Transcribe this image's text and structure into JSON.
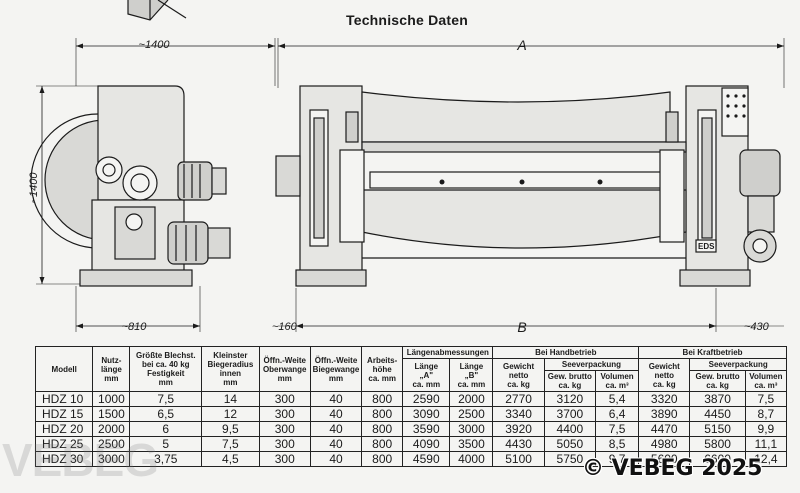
{
  "heading": "Technische Daten",
  "dimensions": {
    "left_width": "~1400",
    "left_height": "~1400",
    "left_base": "~810",
    "overall_a": "A",
    "overall_b": "B",
    "left_offset": "~160",
    "right_offset": "~430"
  },
  "machine_label": "EDS",
  "table": {
    "headers": {
      "modell": "Modell",
      "nutzlaenge": [
        "Nutz-",
        "länge",
        "mm"
      ],
      "blechstaerke": [
        "Größte Blechst.",
        "bei ca. 40 kg",
        "Festigkeit",
        "mm"
      ],
      "biegeradius": [
        "Kleinster",
        "Biegeradius",
        "innen",
        "mm"
      ],
      "oeffnung_ober": [
        "Öffn.-Weite",
        "Oberwange",
        "mm"
      ],
      "oeffnung_biege": [
        "Öffn.-Weite",
        "Biegewange",
        "mm"
      ],
      "arbeitshoehe": [
        "Arbeits-",
        "höhe",
        "ca. mm"
      ],
      "laengenabmessungen": "Längenabmessungen",
      "laenge_a": [
        "Länge",
        "„A\"",
        "ca. mm"
      ],
      "laenge_b": [
        "Länge",
        "„B\"",
        "ca. mm"
      ],
      "handbetrieb": "Bei Handbetrieb",
      "kraftbetrieb": "Bei Kraftbetrieb",
      "gewicht_netto": [
        "Gewicht",
        "netto",
        "ca. kg"
      ],
      "seeverpackung": "Seeverpackung",
      "gew_brutto": [
        "Gew. brutto",
        "ca. kg"
      ],
      "volumen": [
        "Volumen",
        "ca. m³"
      ],
      "kraft_gewicht_netto": [
        "Gewicht",
        "netto",
        "ca. kg"
      ],
      "kraft_seeverpackung": "Seeverpackung",
      "kraft_gew_brutto": [
        "Gew. brutto",
        "ca. kg"
      ],
      "kraft_volumen": [
        "Volumen",
        "ca. m³"
      ]
    },
    "rows": [
      [
        "HDZ 10",
        "1000",
        "7,5",
        "14",
        "300",
        "40",
        "800",
        "2590",
        "2000",
        "2770",
        "3120",
        "5,4",
        "3320",
        "3870",
        "7,5"
      ],
      [
        "HDZ 15",
        "1500",
        "6,5",
        "12",
        "300",
        "40",
        "800",
        "3090",
        "2500",
        "3340",
        "3700",
        "6,4",
        "3890",
        "4450",
        "8,7"
      ],
      [
        "HDZ 20",
        "2000",
        "6",
        "9,5",
        "300",
        "40",
        "800",
        "3590",
        "3000",
        "3920",
        "4400",
        "7,5",
        "4470",
        "5150",
        "9,9"
      ],
      [
        "HDZ 25",
        "2500",
        "5",
        "7,5",
        "300",
        "40",
        "800",
        "4090",
        "3500",
        "4430",
        "5050",
        "8,5",
        "4980",
        "5800",
        "11,1"
      ],
      [
        "HDZ 30",
        "3000",
        "3,75",
        "4,5",
        "300",
        "40",
        "800",
        "4590",
        "4000",
        "5100",
        "5750",
        "9,7",
        "5600",
        "6600",
        "12,4"
      ]
    ]
  },
  "watermark": "VEBEG",
  "copyright": "© VEBEG 2025",
  "colors": {
    "ink": "#1b1b1b",
    "paper": "#f4f4f2",
    "machine_fill": "#d9d9d6"
  }
}
